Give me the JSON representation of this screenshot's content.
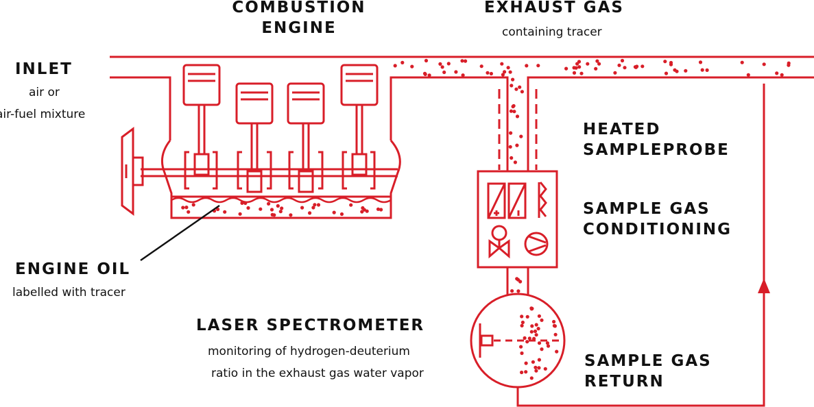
{
  "colors": {
    "accent": "#d81e28",
    "text": "#111111",
    "background": "#ffffff"
  },
  "labels": {
    "combustion_engine": [
      "COMBUSTION",
      "ENGINE"
    ],
    "exhaust_gas": "EXHAUST GAS",
    "exhaust_gas_sub": "containing tracer",
    "inlet": "INLET",
    "inlet_sub": [
      "air or",
      "air-fuel mixture"
    ],
    "heated_probe": [
      "HEATED",
      "SAMPLEPROBE"
    ],
    "conditioning": [
      "SAMPLE GAS",
      "CONDITIONING"
    ],
    "engine_oil": "ENGINE OIL",
    "engine_oil_sub": "labelled with tracer",
    "laser": "LASER SPECTROMETER",
    "laser_sub": [
      "monitoring of hydrogen-deuterium",
      "ratio in the exhaust gas water vapor"
    ],
    "gas_return": [
      "SAMPLE GAS",
      "RETURN"
    ]
  },
  "icons": [
    "heater-icon",
    "pump-icon",
    "valve-icon",
    "motor-icon",
    "filter-icon",
    "fan-icon",
    "spectrometer-cell-icon",
    "arrow-up-icon"
  ]
}
